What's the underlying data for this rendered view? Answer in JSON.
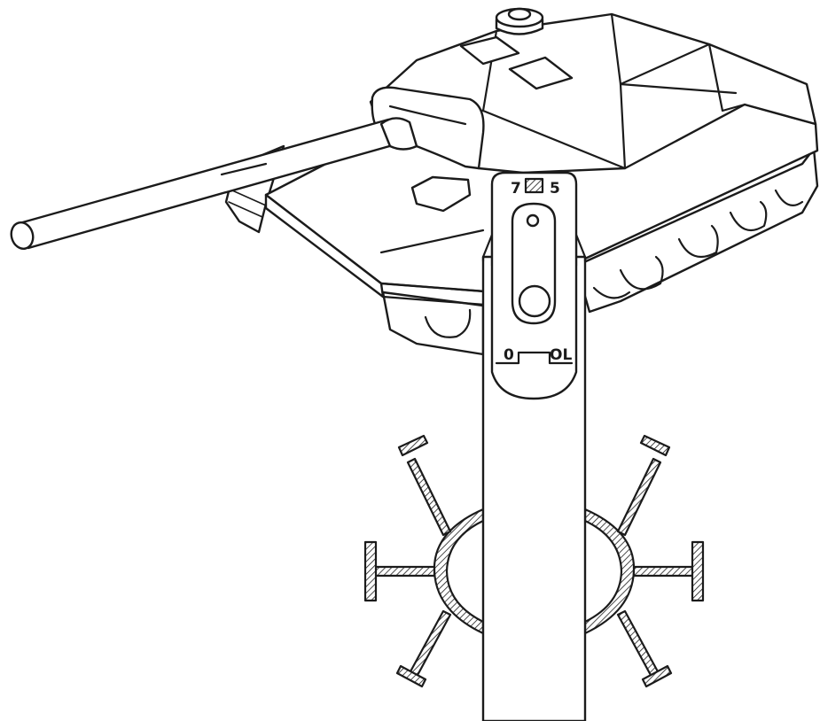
{
  "scale_labels": {
    "top_left": "7",
    "top_right": "5",
    "bottom_left": "0",
    "bottom_right": "OL"
  },
  "colors": {
    "ink": "#1b1b1b",
    "paper": "#ffffff"
  }
}
